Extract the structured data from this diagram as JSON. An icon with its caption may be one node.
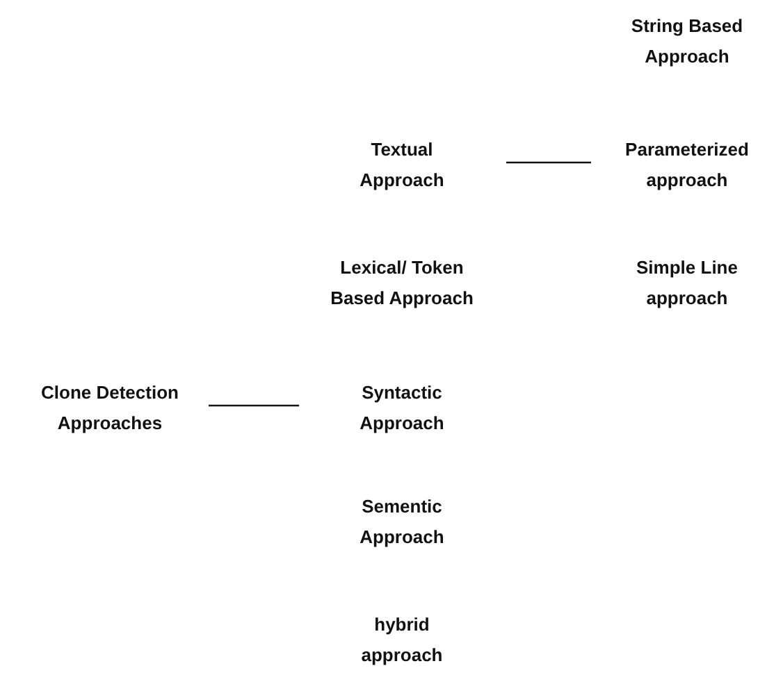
{
  "diagram": {
    "nodes": [
      {
        "text": [
          "String Based Approach"
        ]
      },
      {
        "text": [
          "Textual Approach"
        ]
      },
      {
        "text": [
          "Parameterized approach"
        ]
      },
      {
        "text": [
          "Lexical/ Token Based Approach"
        ]
      },
      {
        "text": [
          "Simple Line approach"
        ]
      },
      {
        "text": [
          "Clone Detection Approaches"
        ]
      },
      {
        "text": [
          "Syntactic Approach"
        ]
      },
      {
        "text": [
          "Sementic Approach"
        ]
      },
      {
        "text": [
          "hybrid approach"
        ]
      }
    ],
    "edges": [
      {
        "from": 1,
        "to": 2,
        "arrow": "none"
      },
      {
        "from": 5,
        "to": 6,
        "arrow": "none"
      }
    ]
  }
}
